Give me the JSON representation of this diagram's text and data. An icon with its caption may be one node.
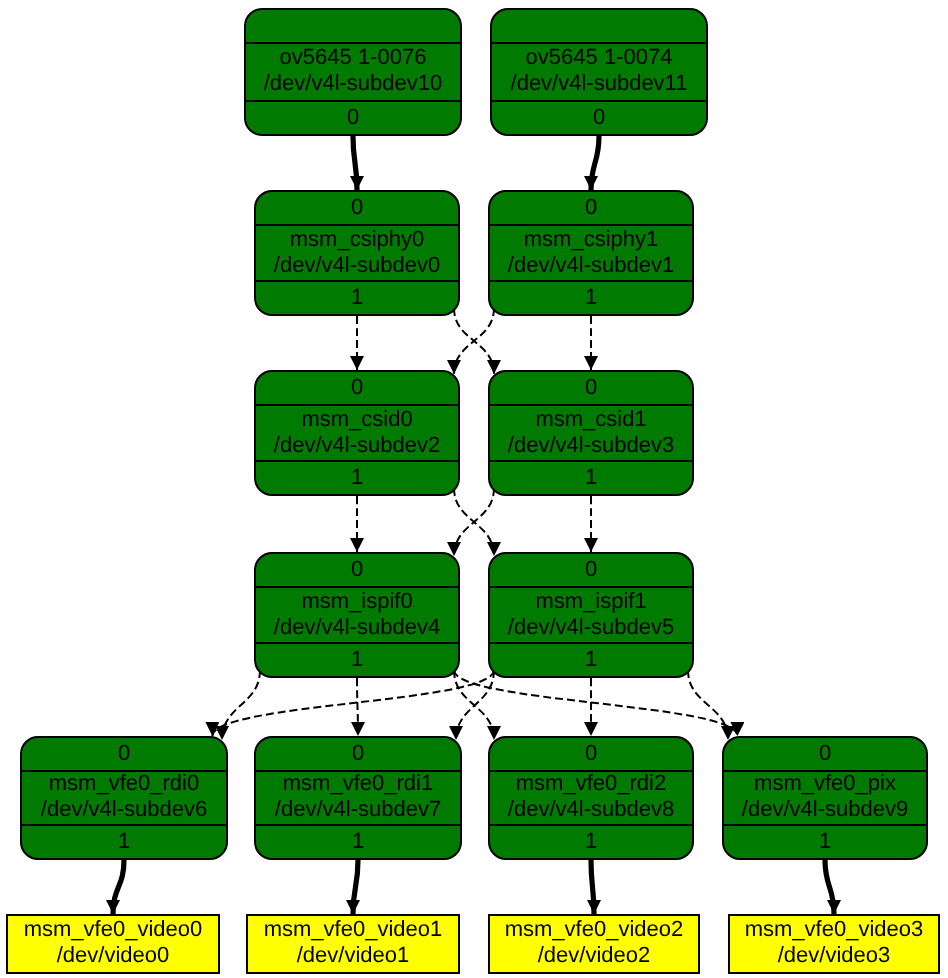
{
  "diagram": {
    "nodes": [
      {
        "text": [
          "ov5645 1-0076 /dev/v4l-subdev10",
          "0"
        ]
      },
      {
        "text": [
          "ov5645 1-0074 /dev/v4l-subdev11",
          "0"
        ]
      },
      {
        "text": [
          "0",
          "msm_csiphy0 /dev/v4l-subdev0",
          "1"
        ]
      },
      {
        "text": [
          "0",
          "msm_csiphy1 /dev/v4l-subdev1",
          "1"
        ]
      },
      {
        "text": [
          "0",
          "msm_csid0 /dev/v4l-subdev2",
          "1"
        ]
      },
      {
        "text": [
          "0",
          "msm_csid1 /dev/v4l-subdev3",
          "1"
        ]
      },
      {
        "text": [
          "0",
          "msm_ispif0 /dev/v4l-subdev4",
          "1"
        ]
      },
      {
        "text": [
          "0",
          "msm_ispif1 /dev/v4l-subdev5",
          "1"
        ]
      },
      {
        "text": [
          "0",
          "msm_vfe0_rdi0 /dev/v4l-subdev6",
          "1"
        ]
      },
      {
        "text": [
          "0",
          "msm_vfe0_rdi1 /dev/v4l-subdev7",
          "1"
        ]
      },
      {
        "text": [
          "0",
          "msm_vfe0_rdi2 /dev/v4l-subdev8",
          "1"
        ]
      },
      {
        "text": [
          "0",
          "msm_vfe0_pix /dev/v4l-subdev9",
          "1"
        ]
      },
      {
        "text": [
          "msm_vfe0_video0 /dev/video0"
        ]
      },
      {
        "text": [
          "msm_vfe0_video1 /dev/video1"
        ]
      },
      {
        "text": [
          "msm_vfe0_video2 /dev/video2"
        ]
      },
      {
        "text": [
          "msm_vfe0_video3 /dev/video3"
        ]
      }
    ],
    "edges": [
      {
        "from": 0,
        "to": 2,
        "arrow": "to",
        "style": "thick"
      },
      {
        "from": 1,
        "to": 3,
        "arrow": "to",
        "style": "thick"
      },
      {
        "from": 2,
        "to": 4,
        "arrow": "to",
        "style": "dashed"
      },
      {
        "from": 2,
        "to": 5,
        "arrow": "to",
        "style": "dashed"
      },
      {
        "from": 3,
        "to": 4,
        "arrow": "to",
        "style": "dashed"
      },
      {
        "from": 3,
        "to": 5,
        "arrow": "to",
        "style": "dashed"
      },
      {
        "from": 4,
        "to": 6,
        "arrow": "to",
        "style": "dashed"
      },
      {
        "from": 4,
        "to": 7,
        "arrow": "to",
        "style": "dashed"
      },
      {
        "from": 5,
        "to": 6,
        "arrow": "to",
        "style": "dashed"
      },
      {
        "from": 5,
        "to": 7,
        "arrow": "to",
        "style": "dashed"
      },
      {
        "from": 6,
        "to": 8,
        "arrow": "to",
        "style": "dashed"
      },
      {
        "from": 6,
        "to": 9,
        "arrow": "to",
        "style": "dashed"
      },
      {
        "from": 6,
        "to": 10,
        "arrow": "to",
        "style": "dashed"
      },
      {
        "from": 6,
        "to": 11,
        "arrow": "to",
        "style": "dashed"
      },
      {
        "from": 7,
        "to": 8,
        "arrow": "to",
        "style": "dashed"
      },
      {
        "from": 7,
        "to": 9,
        "arrow": "to",
        "style": "dashed"
      },
      {
        "from": 7,
        "to": 10,
        "arrow": "to",
        "style": "dashed"
      },
      {
        "from": 7,
        "to": 11,
        "arrow": "to",
        "style": "dashed"
      },
      {
        "from": 8,
        "to": 12,
        "arrow": "to",
        "style": "thick"
      },
      {
        "from": 9,
        "to": 13,
        "arrow": "to",
        "style": "thick"
      },
      {
        "from": 10,
        "to": 14,
        "arrow": "to",
        "style": "thick"
      },
      {
        "from": 11,
        "to": 15,
        "arrow": "to",
        "style": "thick"
      }
    ]
  }
}
